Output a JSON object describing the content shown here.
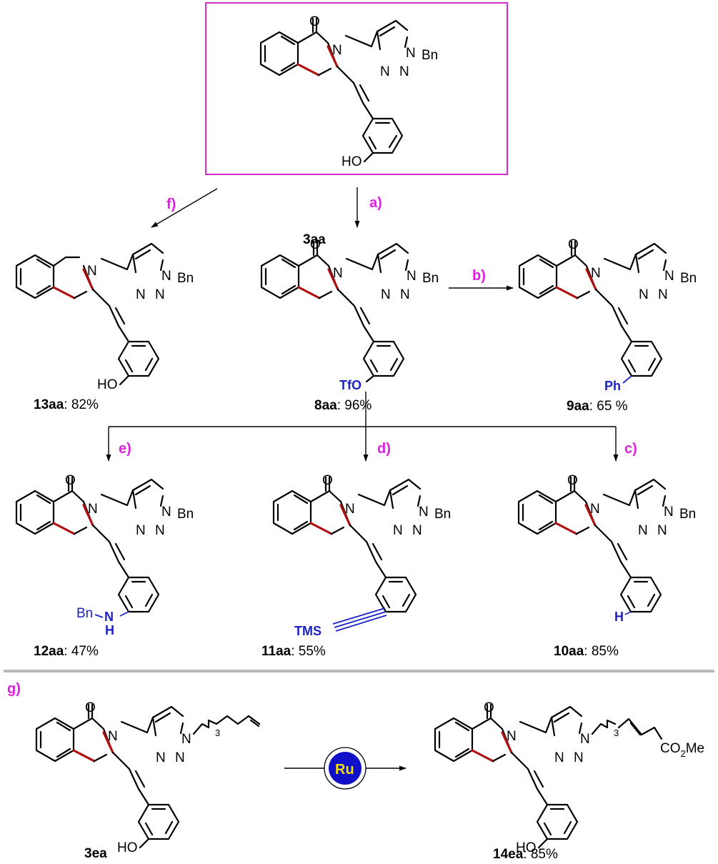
{
  "compounds": {
    "c3aa": {
      "id": "3aa",
      "yield": ""
    },
    "c13aa": {
      "id": "13aa",
      "yield": ": 82%"
    },
    "c8aa": {
      "id": "8aa",
      "yield": ": 96%"
    },
    "c9aa": {
      "id": "9aa",
      "yield": ": 65 %"
    },
    "c12aa": {
      "id": "12aa",
      "yield": ": 47%"
    },
    "c11aa": {
      "id": "11aa",
      "yield": ": 55%"
    },
    "c10aa": {
      "id": "10aa",
      "yield": ": 85%"
    },
    "c3ea": {
      "id": "3ea",
      "yield": ""
    },
    "c14ea": {
      "id": "14ea",
      "yield": ": 85%"
    }
  },
  "steps": {
    "a": "a)",
    "b": "b)",
    "c": "c)",
    "d": "d)",
    "e": "e)",
    "f": "f)",
    "g": "g)"
  },
  "atoms": {
    "O": "O",
    "N": "N",
    "Bn": "Bn",
    "N1": "N",
    "N2": "N",
    "N3": "N",
    "HO": "HO",
    "TfO": "TfO",
    "Ph": "Ph",
    "H": "H",
    "TMS": "TMS",
    "Bn_amine": "Bn",
    "NH": "N",
    "NH_H": "H",
    "tether_sub": "3",
    "ester": "CO",
    "ester_sub": "2",
    "ester_me": "Me"
  },
  "catalyst": {
    "label": "Ru"
  },
  "colors": {
    "step_label": "#e020e0",
    "new_bond": "#b01010",
    "modified_group": "#1a22c8",
    "highlight_box": "#d22bd2",
    "separator": "#b8b8b8",
    "catalyst_fill": "#1010c8",
    "catalyst_text": "#f0e000"
  }
}
